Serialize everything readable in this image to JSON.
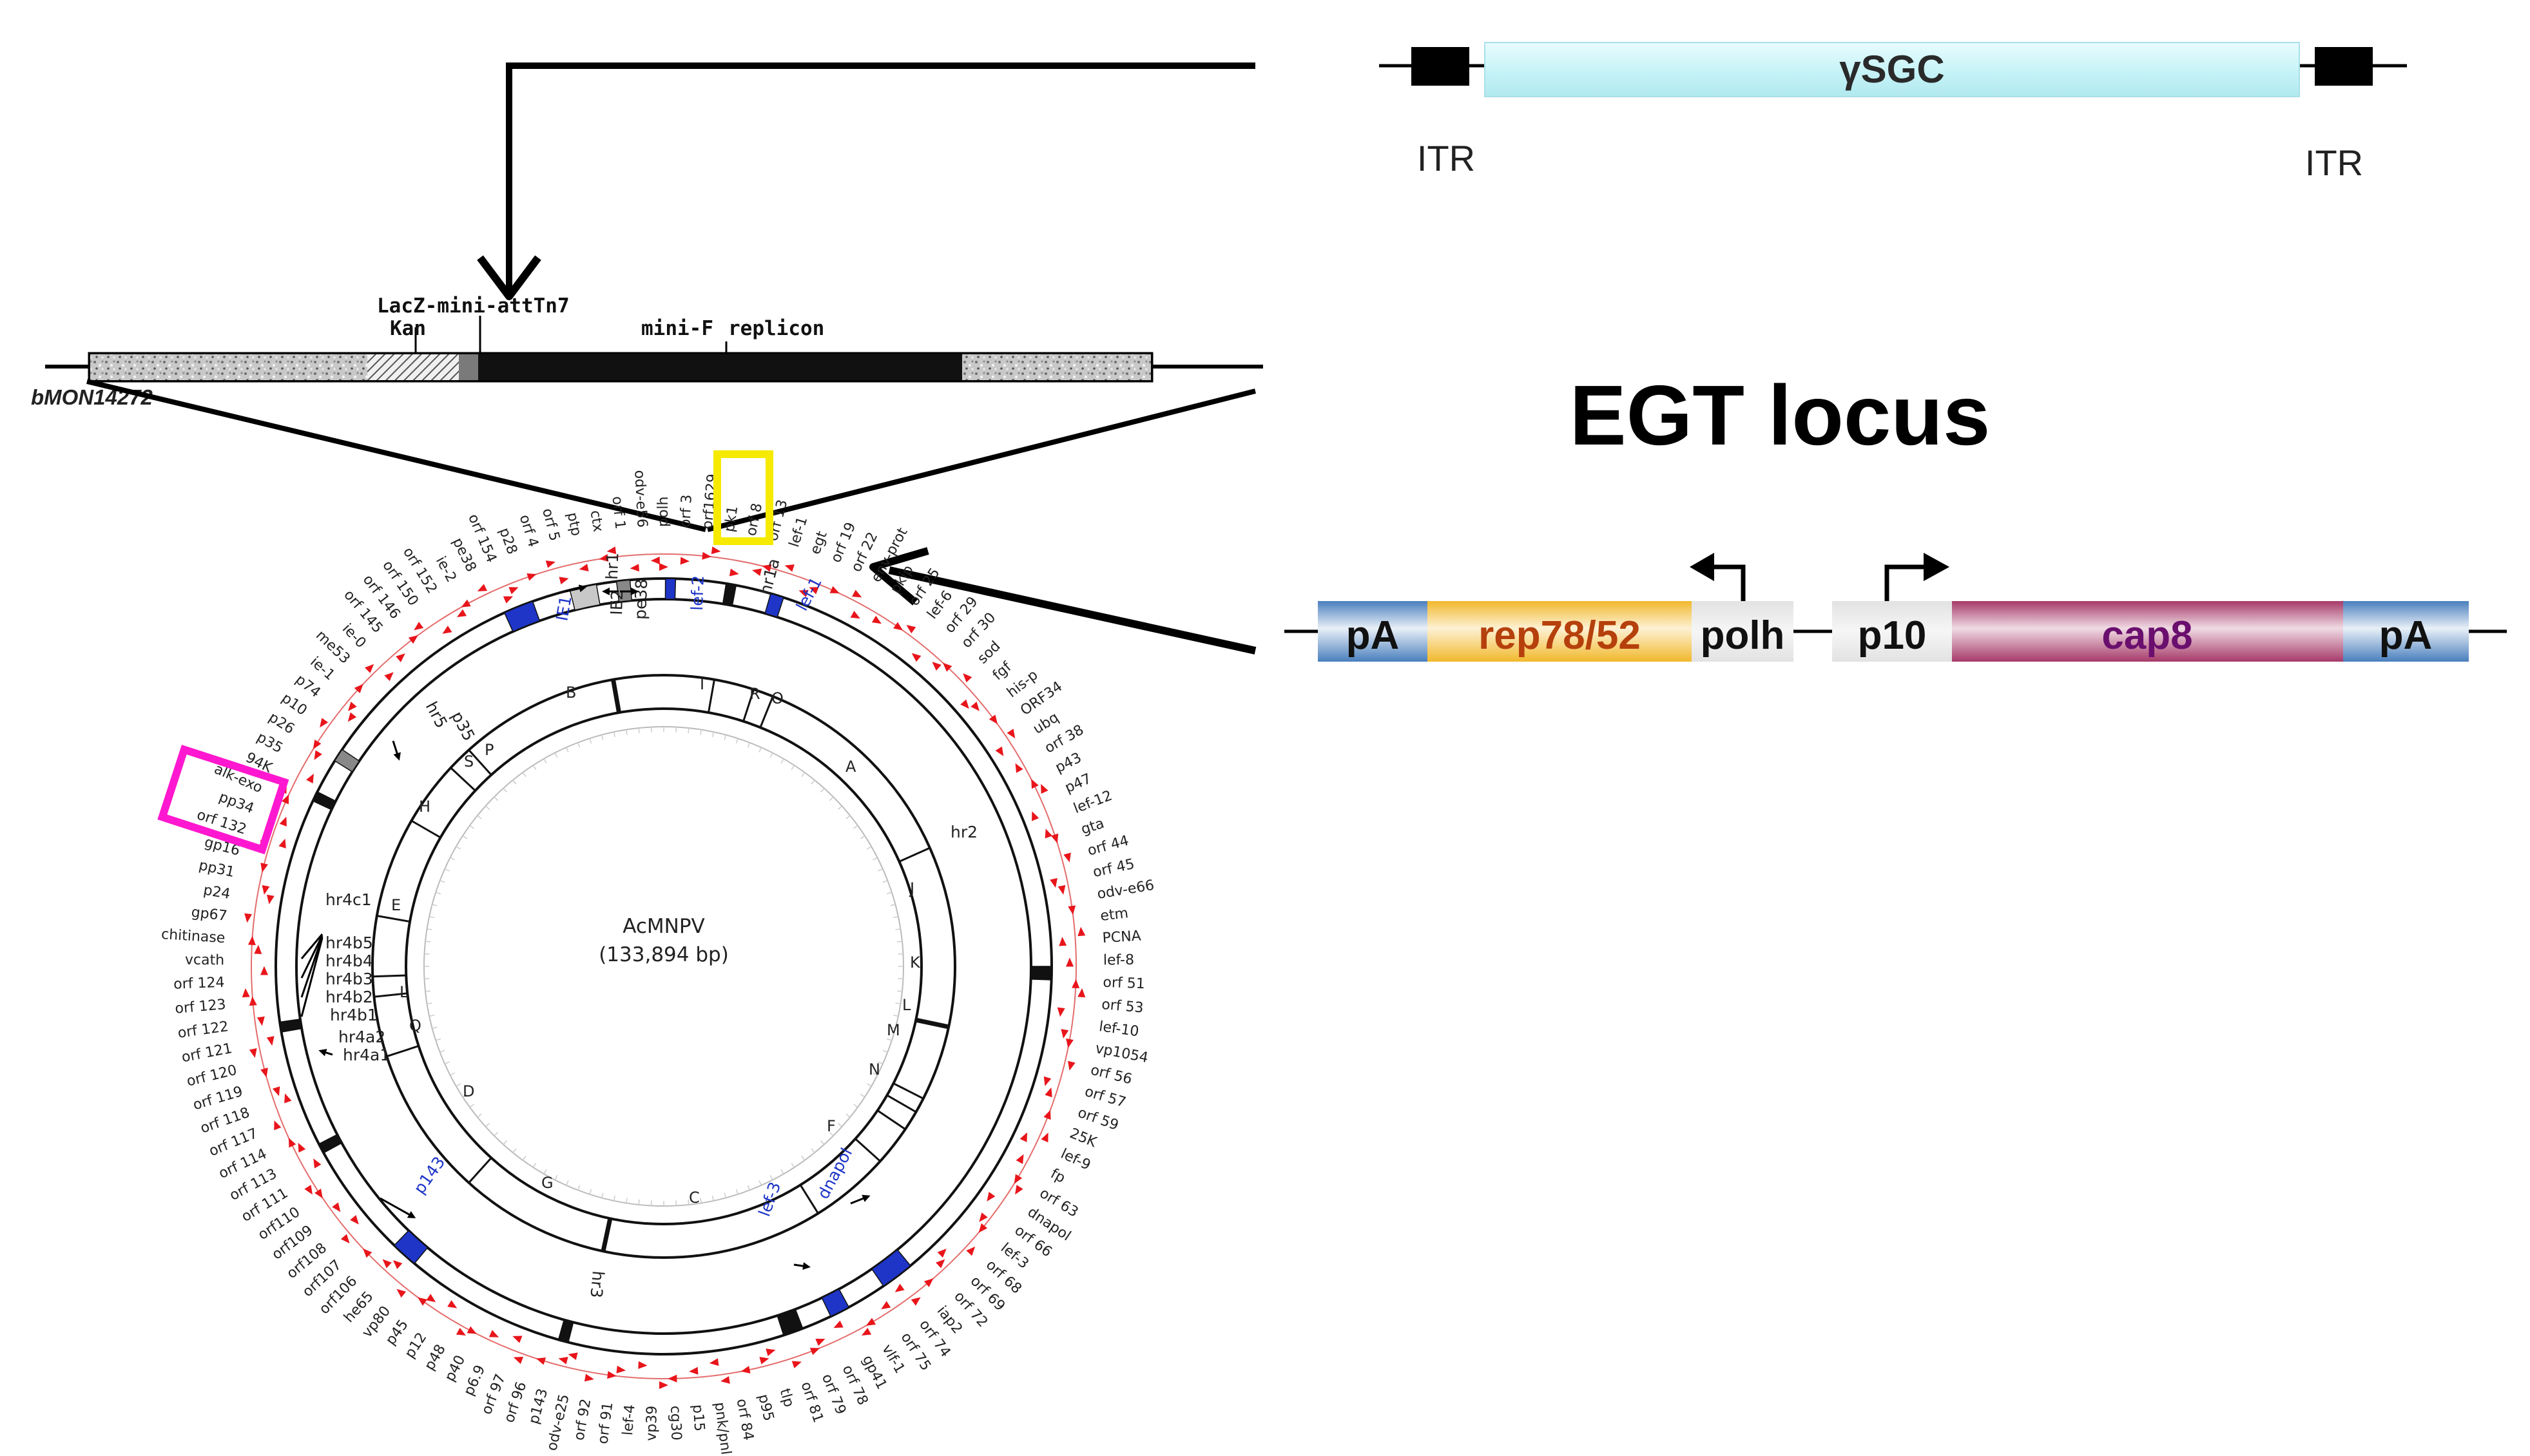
{
  "vector": {
    "insert_label": "γSGC",
    "itr_left": "ITR",
    "itr_right": "ITR"
  },
  "bacmid": {
    "label_lacz": "LacZ-mini-attTn7",
    "label_kan": "Kan",
    "label_minif": "mini-F",
    "label_replicon": "replicon",
    "name": "bMON14272"
  },
  "locus": {
    "title": "EGT locus",
    "cassette": {
      "pa_left": "pA",
      "rep": "rep78/52",
      "polh": "polh",
      "p10": "p10",
      "cap": "cap8",
      "pa_right": "pA"
    }
  },
  "genome": {
    "name": "AcMNPV",
    "size": "(133,894 bp)",
    "segments": [
      "B",
      "I",
      "R",
      "O",
      "A",
      "J",
      "K",
      "L",
      "M",
      "N",
      "F",
      "C",
      "G",
      "D",
      "Q",
      "L",
      "E",
      "H",
      "S",
      "P"
    ],
    "hr_labels": [
      "hr1",
      "hr1a",
      "hr2",
      "hr3",
      "hr4c1",
      "hr4b5",
      "hr4b4",
      "hr4b3",
      "hr4b2",
      "hr4b1",
      "hr4a2",
      "hr4a1",
      "hr5"
    ],
    "blue_genes": [
      "IE1",
      "lef-2",
      "lef-1",
      "p143",
      "lef-3",
      "dnapol"
    ],
    "black_genes": [
      "IE2",
      "pe38",
      "p35"
    ],
    "gene_labels": [
      "polh",
      "orf 3",
      "orf1629",
      "pk1",
      "orf 8",
      "orf 13",
      "lef-1",
      "egt",
      "orf 19",
      "orf 22",
      "env-prot",
      "pkip",
      "orf 25",
      "lef-6",
      "orf 29",
      "orf 30",
      "sod",
      "fgf",
      "his-p",
      "ORF34",
      "ubq",
      "orf 38",
      "p43",
      "p47",
      "lef-12",
      "gta",
      "orf 44",
      "orf 45",
      "odv-e66",
      "etm",
      "PCNA",
      "lef-8",
      "orf 51",
      "orf 53",
      "lef-10",
      "vp1054",
      "orf 56",
      "orf 57",
      "orf 59",
      "25K",
      "lef-9",
      "fp",
      "orf 63",
      "dnapol",
      "orf 66",
      "lef-3",
      "orf 68",
      "orf 69",
      "orf 72",
      "iap2",
      "orf 74",
      "orf 75",
      "vlf-1",
      "gp41",
      "orf 78",
      "orf 79",
      "orf 81",
      "tlp",
      "p95",
      "orf 84",
      "pnk/pnl",
      "p15",
      "cg30",
      "vp39",
      "lef-4",
      "orf 91",
      "orf 92",
      "odv-e25",
      "p143",
      "orf 96",
      "orf 97",
      "p6.9",
      "p40",
      "p48",
      "p12",
      "p45",
      "vp80",
      "he65",
      "orf106",
      "orf107",
      "orf108",
      "orf109",
      "orf110",
      "orf 111",
      "orf 113",
      "orf 114",
      "orf 117",
      "orf 118",
      "orf 119",
      "orf 120",
      "orf 121",
      "orf 122",
      "orf 123",
      "orf 124",
      "vcath",
      "chitinase",
      "gp67",
      "p24",
      "pp31",
      "gp16",
      "orf 132",
      "pp34",
      "alk-exo",
      "94K",
      "p35",
      "p26",
      "p10",
      "p74",
      "ie-1",
      "me53",
      "ie-0",
      "orf 145",
      "orf 146",
      "orf 150",
      "orf 152",
      "ie-2",
      "pe38",
      "orf 154",
      "p28",
      "orf 4",
      "orf 5",
      "ptp",
      "ctx",
      "orf 1",
      "odv-e56"
    ]
  },
  "colors": {
    "yellow_box": "#f5ea00",
    "magenta_box": "#ff18d0",
    "blue_gene": "#1e35c8",
    "red_arrow": "#e8151b",
    "cyan_insert": "#c9f4f8",
    "pa": "#4f86c0",
    "rep": "#f1b82c",
    "rep_text": "#b5400c",
    "cap": "#a83d6a",
    "cap_text": "#6a0f6e",
    "promoter": "#e6e6e6"
  }
}
